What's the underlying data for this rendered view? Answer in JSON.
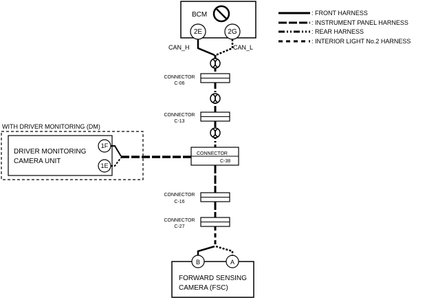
{
  "legend": {
    "front": ": FRONT HARNESS",
    "instrument_panel": ": INSTRUMENT PANEL HARNESS",
    "rear": ": REAR HARNESS",
    "interior_light": ": INTERIOR LIGHT No.2 HARNESS"
  },
  "bcm": {
    "label": "BCM",
    "pin_left": "2E",
    "pin_right": "2G"
  },
  "signals": {
    "can_h": "CAN_H",
    "can_l": "CAN_L"
  },
  "connectors": [
    {
      "title": "CONNECTOR",
      "id": "C-06"
    },
    {
      "title": "CONNECTOR",
      "id": "C-13"
    },
    {
      "title": "CONNECTOR",
      "id": "C-38"
    },
    {
      "title": "CONNECTOR",
      "id": "C-16"
    },
    {
      "title": "CONNECTOR",
      "id": "C-27"
    }
  ],
  "dm_group": {
    "title": "WITH DRIVER MONITORING (DM)",
    "unit_line1": "DRIVER MONITORING",
    "unit_line2": "CAMERA UNIT",
    "pin_top": "1F",
    "pin_bottom": "1E"
  },
  "fsc": {
    "line1": "FORWARD SENSING",
    "line2": "CAMERA (FSC)",
    "pin_left": "B",
    "pin_right": "A"
  },
  "icons": [
    "no-symbol-icon",
    "twisted-pair-icon"
  ]
}
